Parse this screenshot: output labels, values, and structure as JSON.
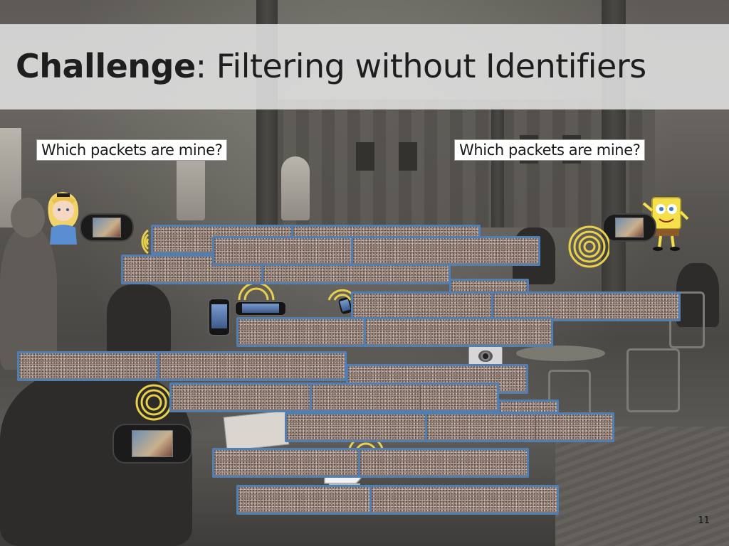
{
  "slide": {
    "title_bold": "Challenge",
    "title_rest": ": Filtering without Identifiers",
    "page_number": "11"
  },
  "callouts": {
    "left_text": "Which packets are mine?",
    "right_text": "Which packets are mine?"
  },
  "colors": {
    "packet_border": "#4f7fb5",
    "packet_fill": "#a1968e",
    "signal_wave": "#e8d04a",
    "title_band": "#e1e1e1"
  },
  "icons": {
    "left_character": "alice-character-icon",
    "right_character": "sponge-character-icon",
    "devices": [
      "handheld-console-icon",
      "smartphone-icon",
      "tablet-icon",
      "camera-icon",
      "newspaper-icon",
      "sneaker-icon"
    ]
  }
}
